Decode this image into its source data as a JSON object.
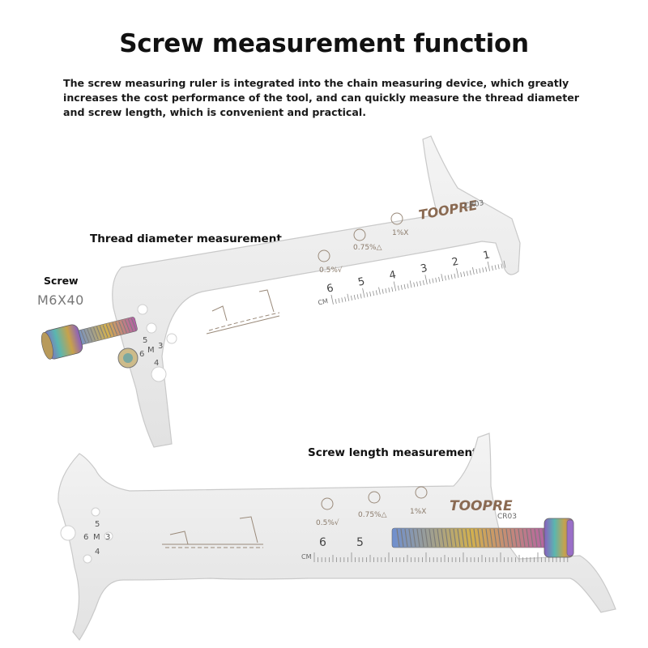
{
  "heading": "Screw measurement function",
  "description": "The screw measuring ruler is integrated into the chain measuring device, which greatly increases the cost performance of the tool, and can quickly measure the thread diameter and screw length, which is convenient and practical.",
  "labels": {
    "thread_diameter": "Thread diameter measurement",
    "screw_length": "Screw length measurement",
    "screw": "Screw",
    "screw_spec": "M6X40"
  },
  "tool": {
    "brand": "TOOPRE",
    "model": "CR03",
    "unit": "CM",
    "wear_labels": [
      "0.5%√",
      "0.75%△",
      "1%X"
    ],
    "scale_top": [
      "6",
      "5",
      "4",
      "3",
      "2",
      "1"
    ],
    "scale_bottom": [
      "6",
      "5"
    ],
    "hole_sizes": [
      "5",
      "6",
      "M",
      "3",
      "4"
    ]
  },
  "colors": {
    "tool_fill": "#ededed",
    "tool_edge": "#c9c9c9",
    "engraving": "#9a8a7a",
    "brand": "#8a6a52",
    "screw_purple": "#8a5fc0",
    "screw_gold": "#c8a24a",
    "screw_teal": "#5ab6b0"
  }
}
